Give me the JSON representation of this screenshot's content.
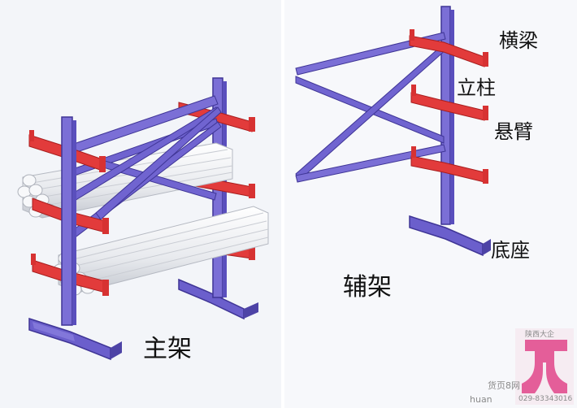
{
  "labels": {
    "main_rack": "主架",
    "aux_rack": "辅架",
    "beam": "横梁",
    "column": "立柱",
    "arm": "悬臂",
    "base": "底座"
  },
  "watermark": {
    "company": "陕西大企",
    "site_name": "货页8网",
    "site_url": "huan",
    "phone": "029-83343016"
  },
  "colors": {
    "frame": "#7b6fd6",
    "frame_dark": "#4d43a6",
    "arm": "#e23b3b",
    "arm_dark": "#a81e1e",
    "pipe": "#eef0f3",
    "pipe_shade": "#c9ccd3",
    "logo": "#e0458a"
  }
}
